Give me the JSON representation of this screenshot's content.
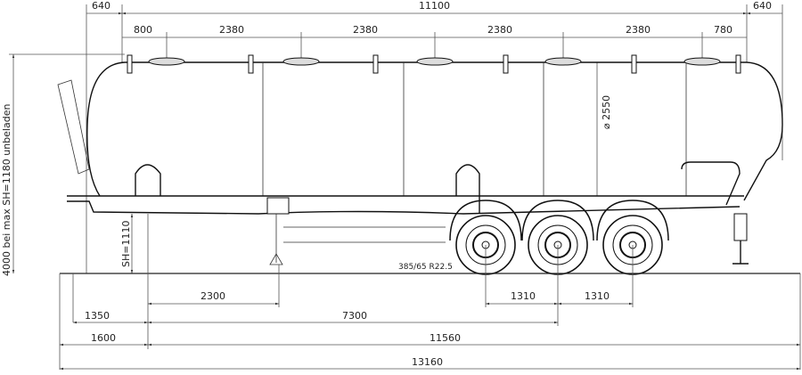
{
  "drawing": {
    "top_dims": {
      "front_overhang": "640",
      "tank_length": "11100",
      "rear_overhang": "640"
    },
    "hatch_dims": [
      "800",
      "2380",
      "2380",
      "2380",
      "2380",
      "780"
    ],
    "diameter": "⌀ 2550",
    "height_label": "4000 bei max SH=1180 unbeladen",
    "saddle_height": "SH=1110",
    "tire_size": "385/65  R22.5",
    "bottom_dims": {
      "kingpin_to_support": "2300",
      "axle_spacing_1": "1310",
      "axle_spacing_2": "1310",
      "front_to_kingpin": "1350",
      "kingpin_to_axle": "7300",
      "front_to_kingpin_2": "1600",
      "kingpin_to_rear": "11560",
      "overall_length": "13160"
    }
  }
}
